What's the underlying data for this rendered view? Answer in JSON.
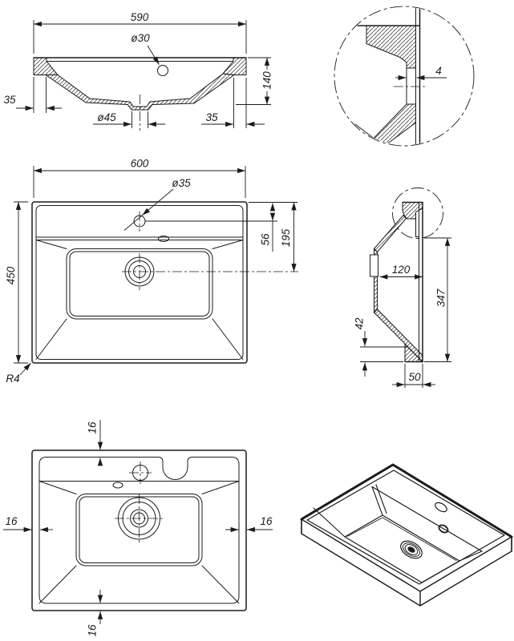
{
  "drawing": {
    "line_color": "#1b1b1b",
    "background_color": "#ffffff",
    "front_view": {
      "overall_width": "590",
      "tap_hole_dia": "ø30",
      "overall_height": "140",
      "rim_left": "35",
      "drain_dia": "ø45",
      "rim_right": "35"
    },
    "detail_view": {
      "lip_thickness": "4"
    },
    "plan_view": {
      "overall_width": "600",
      "tap_hole_dia": "ø35",
      "tap_hole_offset": "56",
      "drain_offset": "195",
      "overall_depth": "450",
      "corner_radius": "R4"
    },
    "side_view": {
      "inner_depth": "120",
      "mounting_height": "347",
      "base_slope_height": "42",
      "base_depth": "50"
    },
    "bottom_view": {
      "wall_top": "16",
      "wall_left": "16",
      "wall_right": "16",
      "wall_bottom": "16"
    }
  }
}
